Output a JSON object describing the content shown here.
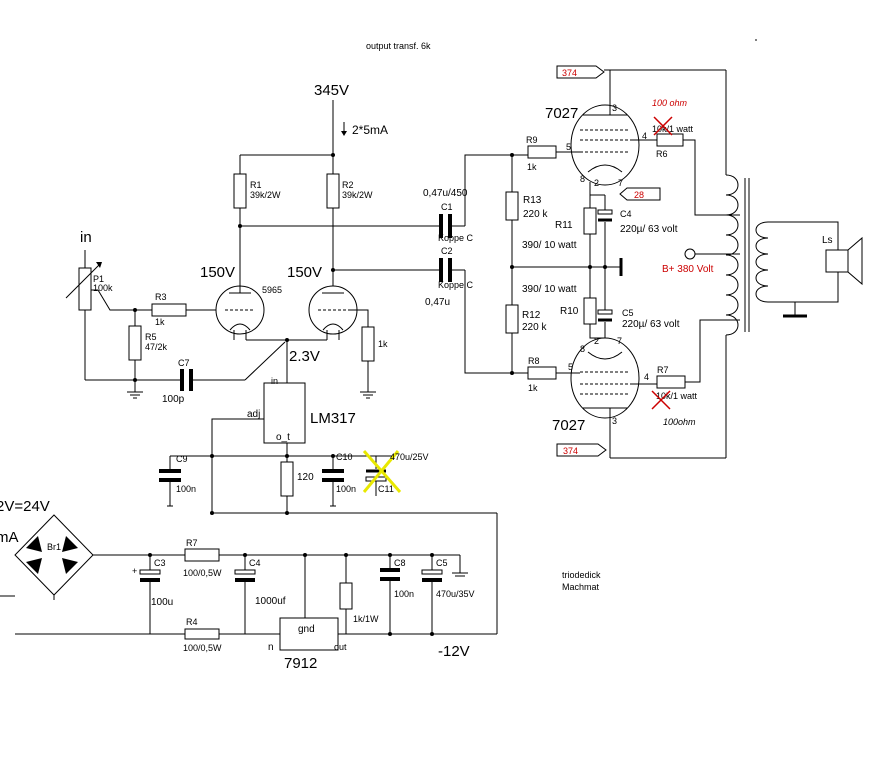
{
  "title": "output transf. 6k",
  "credit": [
    "triodedick",
    "Machmat"
  ],
  "labels": {
    "v345": "345V",
    "i2x5": "2*5mA",
    "in": "in",
    "v150a": "150V",
    "v150b": "150V",
    "tube5965": "5965",
    "v2_3": "2.3V",
    "lm317": "LM317",
    "adj": "adj",
    "in_pin": "in",
    "out_pin": "o_t",
    "v24": "2V=24V",
    "ma": "mA",
    "br1": "Br1",
    "ic7912": "7912",
    "gnd": "gnd",
    "n_pin": "n",
    "out7912": "out",
    "neg12": "-12V",
    "tube7027a": "7027",
    "tube7027b": "7027",
    "b380": "B+ 380 Volt",
    "ls": "Ls",
    "tag374a": "374",
    "tag374b": "374",
    "tag28": "28",
    "ohm100a": "100 ohm",
    "ohm100b": "100ohm",
    "pin3a": "3",
    "pin4a": "4",
    "pin5a": "5",
    "pin8a": "8",
    "pin2a": "2",
    "pin7a": "7",
    "pin2b": "2",
    "pin7b": "7",
    "pin8b": "8",
    "pin5b": "5",
    "pin4b": "4",
    "pin3b": "3"
  },
  "components": {
    "R1": {
      "name": "R1",
      "value": "39k/2W"
    },
    "R2": {
      "name": "R2",
      "value": "39k/2W"
    },
    "P1": {
      "name": "P1",
      "value": "100k"
    },
    "R3": {
      "name": "R3",
      "value": "1k"
    },
    "R5": {
      "name": "R5",
      "value": "47/2k"
    },
    "C7": {
      "name": "C7",
      "value": "100p"
    },
    "Rk": {
      "value": "1k"
    },
    "C1": {
      "name": "C1",
      "value": "0,47u/450",
      "note": "Koppe C"
    },
    "C2": {
      "name": "C2",
      "value": "0,47u",
      "note": "Koppe C"
    },
    "R9": {
      "name": "R9",
      "value": "1k"
    },
    "R13": {
      "name": "R13",
      "value": "220 k"
    },
    "R11": {
      "name": "R11",
      "value": "390/ 10 watt"
    },
    "C4a": {
      "name": "C4",
      "value": "220µ/ 63 volt"
    },
    "R10": {
      "name": "R10",
      "value": "390/ 10 watt"
    },
    "C5a": {
      "name": "C5",
      "value": "220µ/ 63 volt"
    },
    "R12": {
      "name": "R12",
      "value": "220 k"
    },
    "R8": {
      "name": "R8",
      "value": "1k"
    },
    "R6": {
      "name": "R6",
      "value": "10k/1 watt"
    },
    "R7a": {
      "name": "R7",
      "value": "10k/1 watt"
    },
    "C9": {
      "name": "C9",
      "value": "100n"
    },
    "R120": {
      "value": "120"
    },
    "C10": {
      "name": "C10",
      "value": "100n"
    },
    "C11": {
      "name": "C11",
      "value": "470u/25V"
    },
    "C3": {
      "name": "C3",
      "value": "100u"
    },
    "R7b": {
      "name": "R7",
      "value": "100/0,5W"
    },
    "C4b": {
      "name": "C4",
      "value": "1000uf"
    },
    "R4b": {
      "name": "R4",
      "value": "100/0,5W"
    },
    "Rb": {
      "value": "1k/1W"
    },
    "C8": {
      "name": "C8",
      "value": "100n"
    },
    "C5b": {
      "name": "C5",
      "value": "470u/35V"
    }
  },
  "colors": {
    "red": "#cc0000",
    "yellow": "#e8e800",
    "wire": "#000000"
  }
}
